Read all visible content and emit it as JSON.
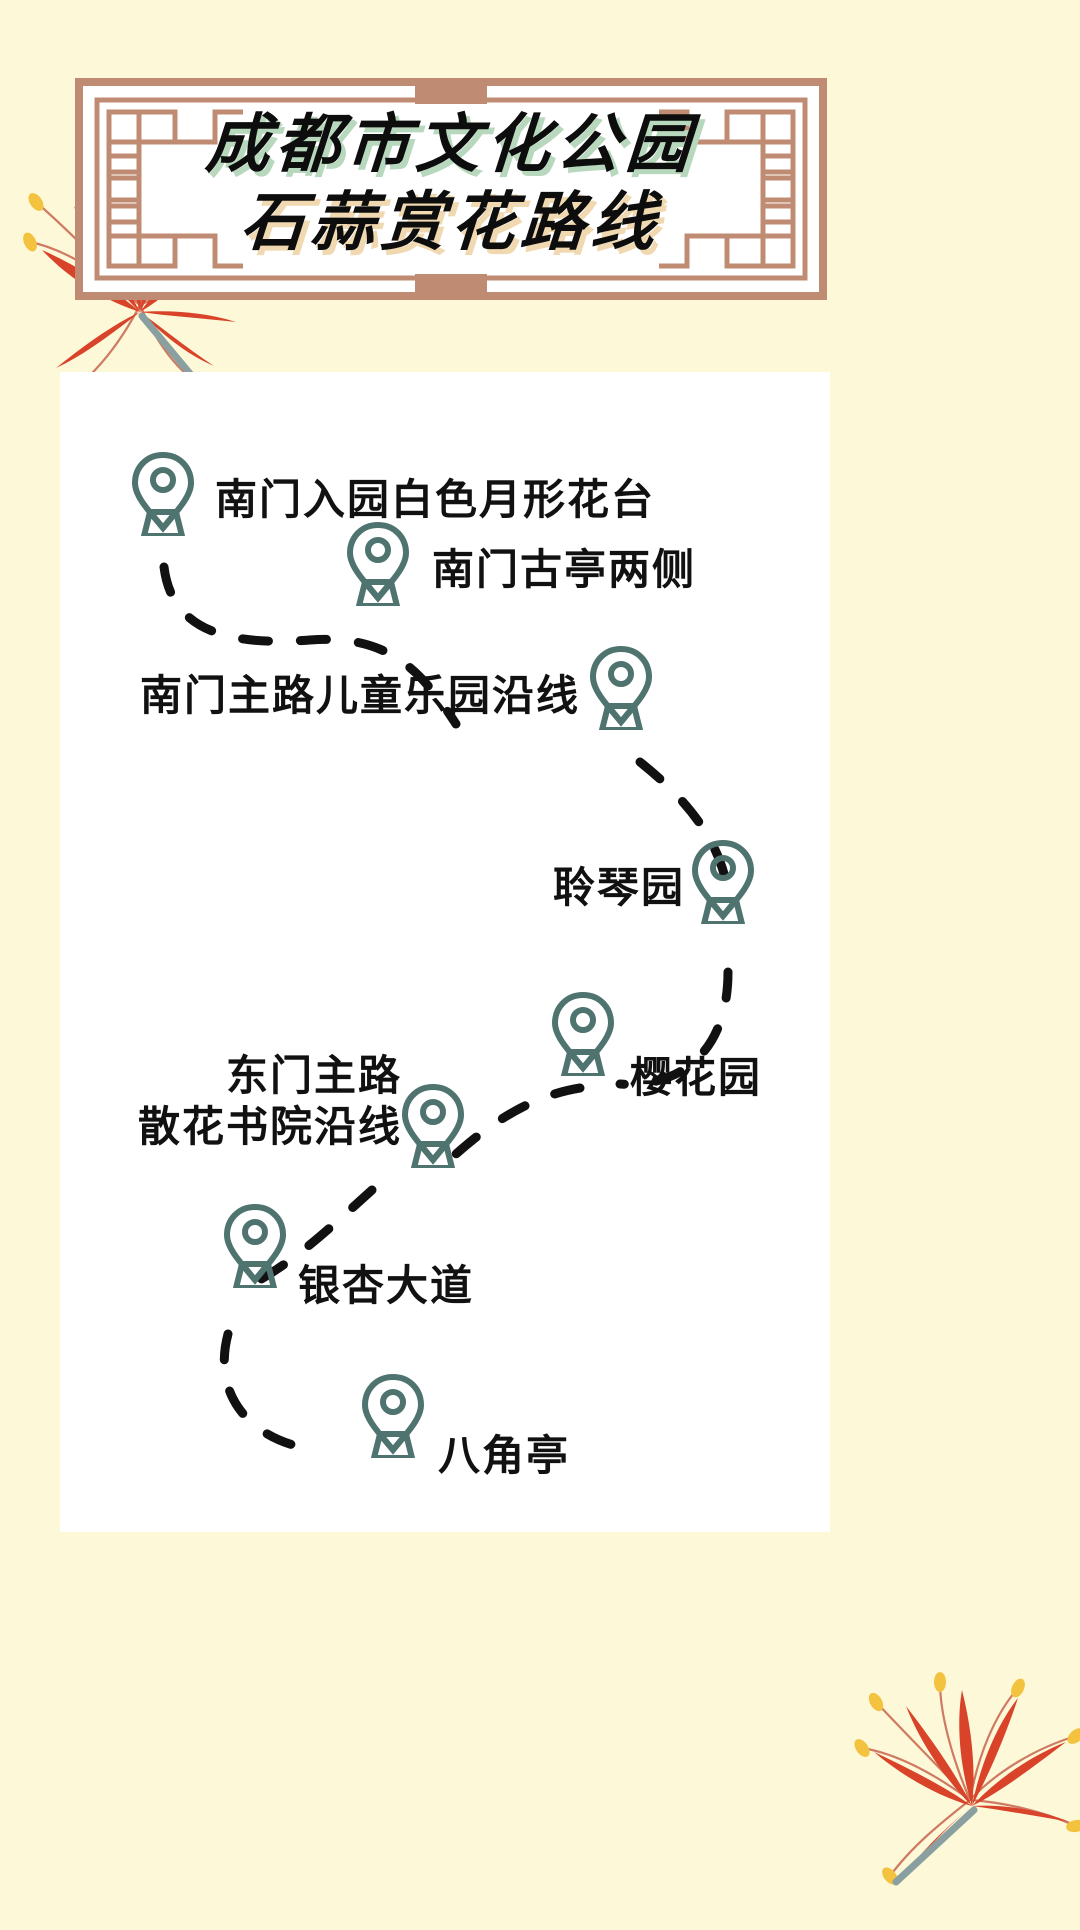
{
  "page": {
    "background_color": "#fdf9d8",
    "card_color": "#ffffff",
    "frame_color": "#c08b73",
    "pin_color": "#4f7470",
    "path_color": "#111111",
    "flower_color": "#d8432a"
  },
  "header": {
    "title_line_1": "成都市文化公园",
    "title_line_2": "石蒜赏花路线",
    "title_line_1_shadow": "#b8d8bd",
    "title_line_2_shadow": "#f0d8b0",
    "frame_motif": "chinese-lattice-corner"
  },
  "route": {
    "stops": [
      {
        "index": 1,
        "label": "南门入园白色月形花台",
        "side": "right"
      },
      {
        "index": 2,
        "label": "南门古亭两侧",
        "side": "right"
      },
      {
        "index": 3,
        "label": "南门主路儿童乐园沿线",
        "side": "left"
      },
      {
        "index": 4,
        "label": "聆琴园",
        "side": "left"
      },
      {
        "index": 5,
        "label": "樱花园",
        "side": "right"
      },
      {
        "index": 6,
        "label": "东门主路\n散花书院沿线",
        "side": "left"
      },
      {
        "index": 7,
        "label": "银杏大道",
        "side": "right"
      },
      {
        "index": 8,
        "label": "八角亭",
        "side": "right"
      }
    ],
    "path_style": "dashed",
    "marker_icon": "map-pin-icon"
  },
  "decorations": {
    "flower_top": "red-spider-lily",
    "flower_bottom": "red-spider-lily"
  }
}
